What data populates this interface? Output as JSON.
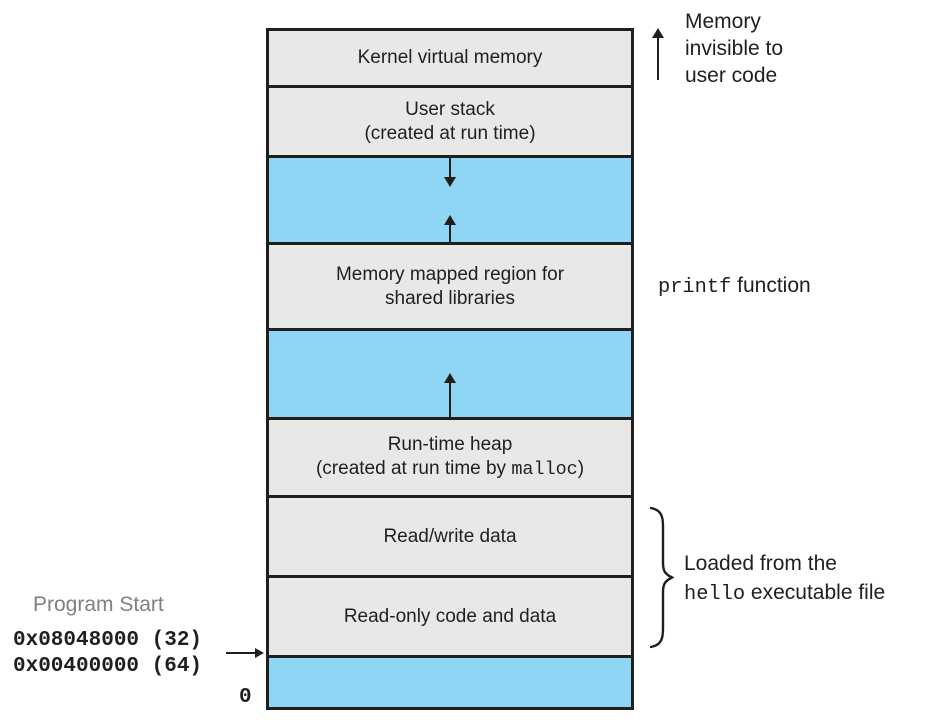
{
  "colors": {
    "region_blue": "#8ed6f3",
    "region_gray": "#e8e8e7",
    "border_ink": "#1f1f1f",
    "program_start_gray": "#7e8084"
  },
  "stack": {
    "kernel": {
      "label": "Kernel virtual memory"
    },
    "user_stack": {
      "line1": "User stack",
      "line2": "(created at run time)"
    },
    "mmap": {
      "line1": "Memory mapped region for",
      "line2": "shared libraries"
    },
    "heap": {
      "line1": "Run-time heap",
      "line2_prefix": "(created at run time by ",
      "line2_code": "malloc",
      "line2_suffix": ")"
    },
    "rw_data": {
      "label": "Read/write data"
    },
    "ro_code": {
      "label": "Read-only code and data"
    }
  },
  "annotations": {
    "memory_invisible": {
      "line1": "Memory",
      "line2": "invisible to",
      "line3": "user code"
    },
    "printf_label": {
      "code": "printf",
      "text": " function"
    },
    "loaded_label": {
      "line1": "Loaded from the",
      "line2_code": "hello",
      "line2_text": " executable file"
    },
    "program_start": {
      "label": "Program Start"
    },
    "addresses": {
      "addr_32": "0x08048000 (32)",
      "addr_64": "0x00400000 (64)"
    },
    "origin": {
      "label": "0"
    }
  }
}
